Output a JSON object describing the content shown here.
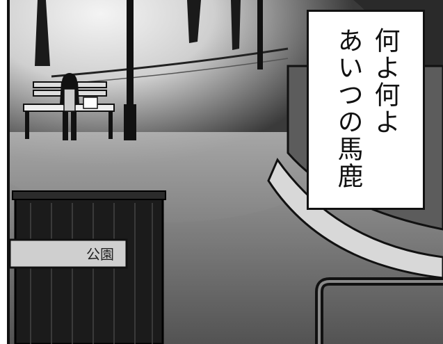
{
  "caption": {
    "line_1": "何よ何よ",
    "line_2": "あいつの馬鹿"
  },
  "sign": {
    "text": "公園"
  },
  "colors": {
    "ink": "#111111",
    "paper": "#ffffff",
    "sky": "#222222",
    "ground": "#8a8a8a"
  }
}
